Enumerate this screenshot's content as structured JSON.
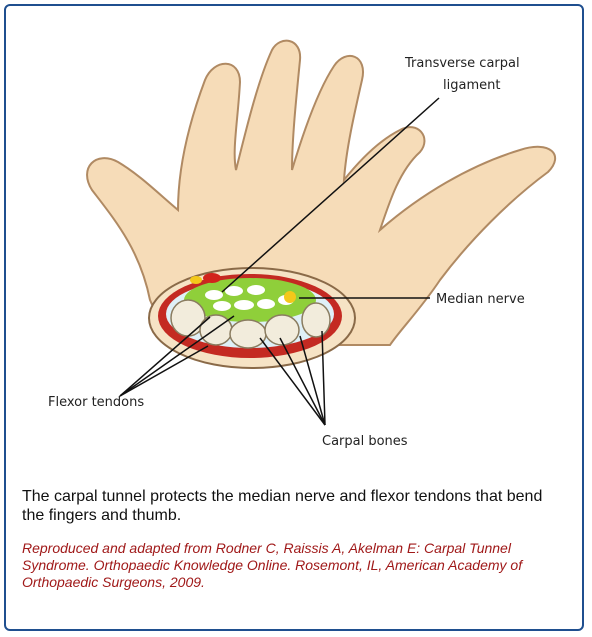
{
  "labels": {
    "ligament_line1": "Transverse carpal",
    "ligament_line2": "ligament",
    "median_nerve": "Median nerve",
    "flexor_tendons": "Flexor tendons",
    "carpal_bones": "Carpal bones"
  },
  "caption": "The carpal tunnel protects the median nerve and flexor tendons that bend the fingers and thumb.",
  "credit": "Reproduced and adapted from Rodner C, Raissis A, Akelman E: Carpal Tunnel Syndrome. Orthopaedic Knowledge Online. Rosemont, IL, American Academy of Orthopaedic Surgeons, 2009.",
  "colors": {
    "frame": "#1f4f8f",
    "skin": "#f6dcb8",
    "skin_outline": "#b08a63",
    "muscle": "#c42a22",
    "tunnel": "#8fcf3a",
    "tendon": "#ffffff",
    "nerve": "#f4c81a",
    "bone": "#f2ecdc",
    "credit_text": "#a01919"
  }
}
